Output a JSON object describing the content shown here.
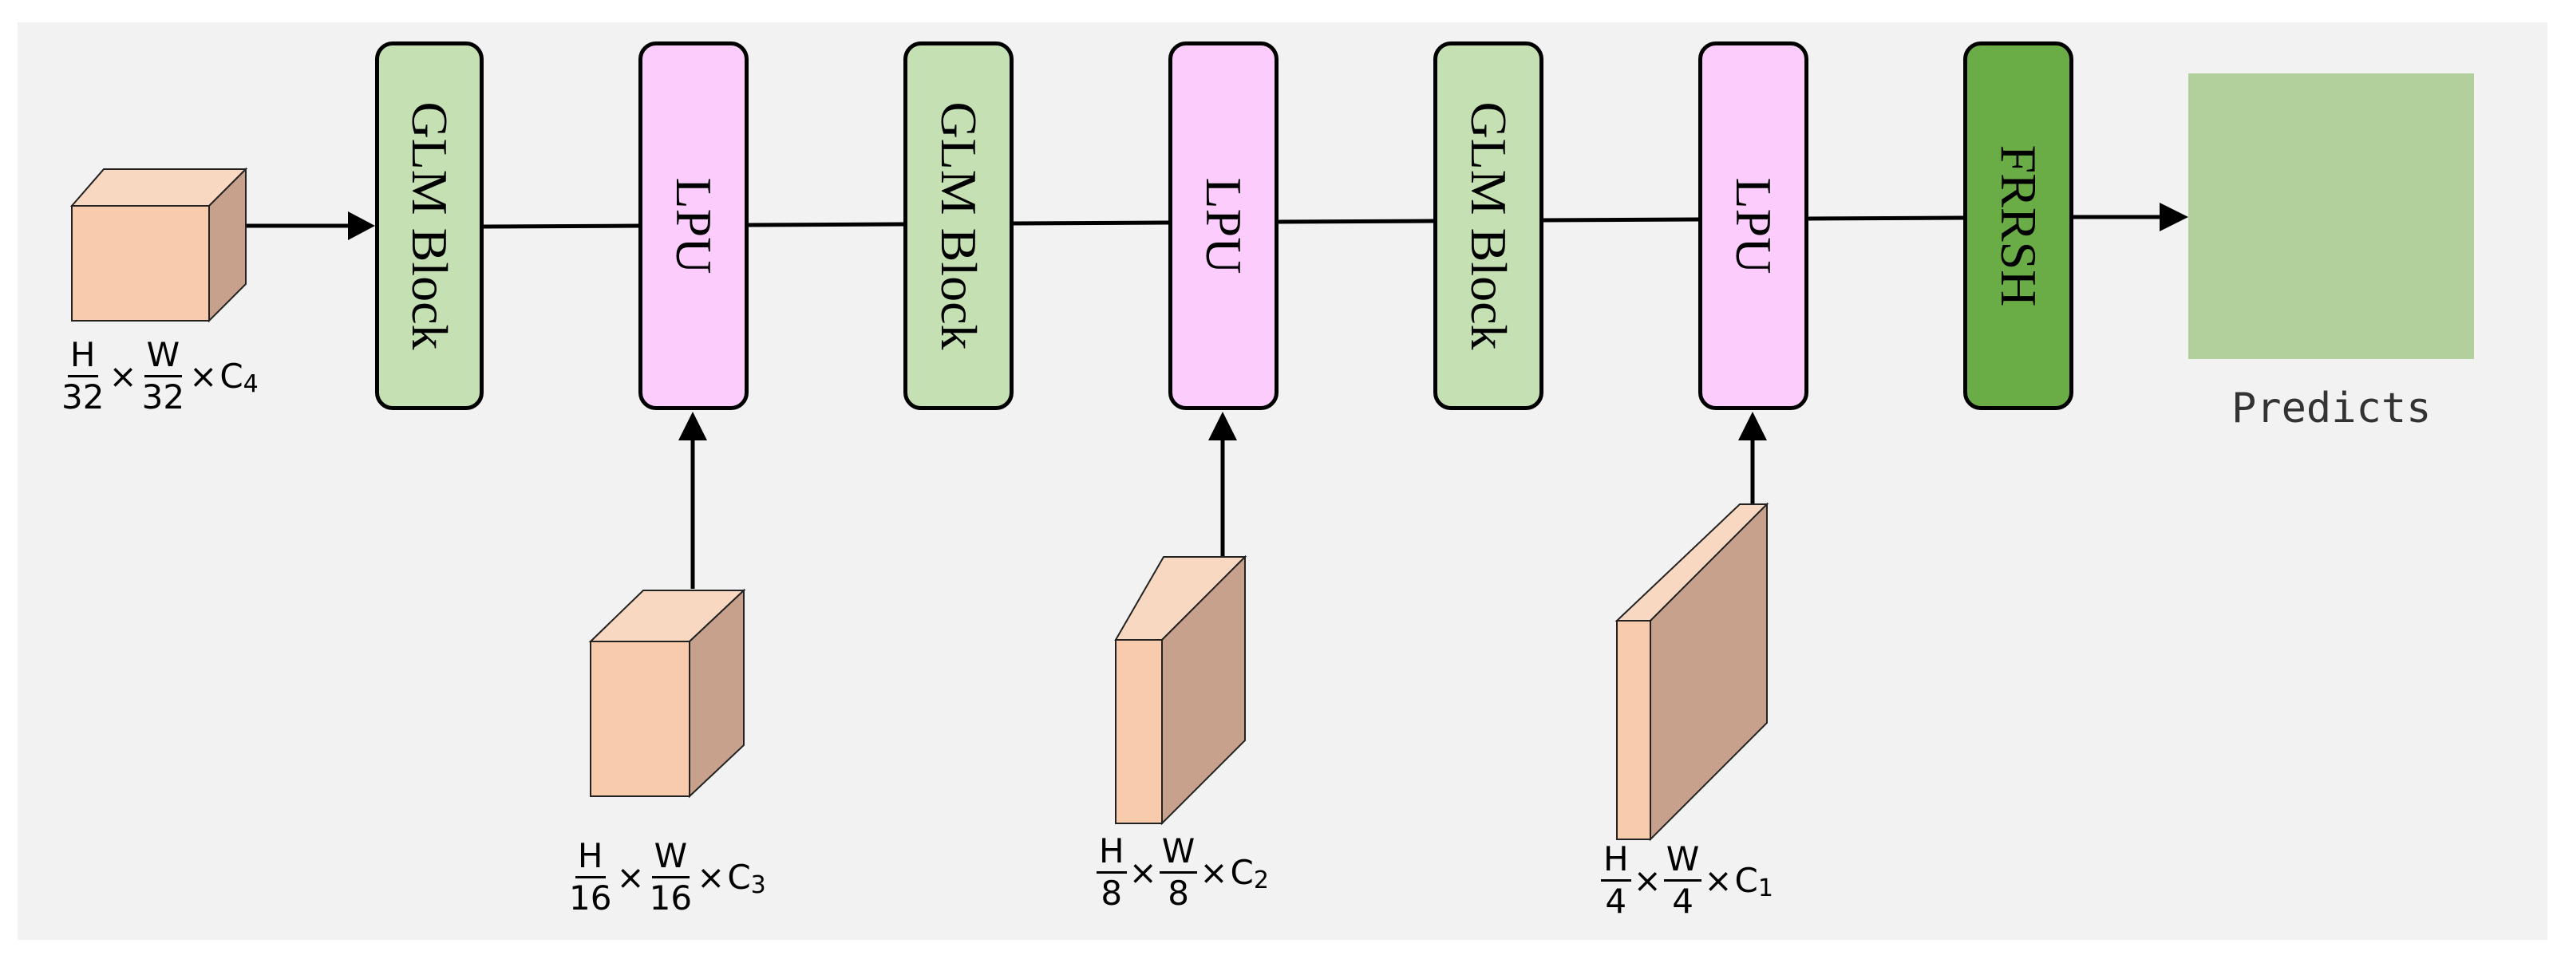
{
  "colors": {
    "background": "#f2f2f2",
    "glm_fill": "#c5e1b4",
    "lpu_fill": "#fcccfd",
    "frrsh_fill": "#6aad46",
    "predicts_fill": "#b1d09b",
    "cube_front": "#f8cbad",
    "cube_top": "#f9d8c2",
    "cube_side": "#c7a18b"
  },
  "blocks": [
    {
      "label": "GLM Block",
      "type": "glm"
    },
    {
      "label": "LPU",
      "type": "lpu"
    },
    {
      "label": "GLM Block",
      "type": "glm"
    },
    {
      "label": "LPU",
      "type": "lpu"
    },
    {
      "label": "GLM Block",
      "type": "glm"
    },
    {
      "label": "LPU",
      "type": "lpu"
    },
    {
      "label": "FRRSH",
      "type": "frrsh"
    }
  ],
  "output": {
    "label": "Predicts"
  },
  "features": [
    {
      "h_den": "32",
      "w_den": "32",
      "c_sub": "4",
      "H": "H",
      "W": "W",
      "C": "C",
      "times": "×"
    },
    {
      "h_den": "16",
      "w_den": "16",
      "c_sub": "3",
      "H": "H",
      "W": "W",
      "C": "C",
      "times": "×"
    },
    {
      "h_den": "8",
      "w_den": "8",
      "c_sub": "2",
      "H": "H",
      "W": "W",
      "C": "C",
      "times": "×"
    },
    {
      "h_den": "4",
      "w_den": "4",
      "c_sub": "1",
      "H": "H",
      "W": "W",
      "C": "C",
      "times": "×"
    }
  ]
}
